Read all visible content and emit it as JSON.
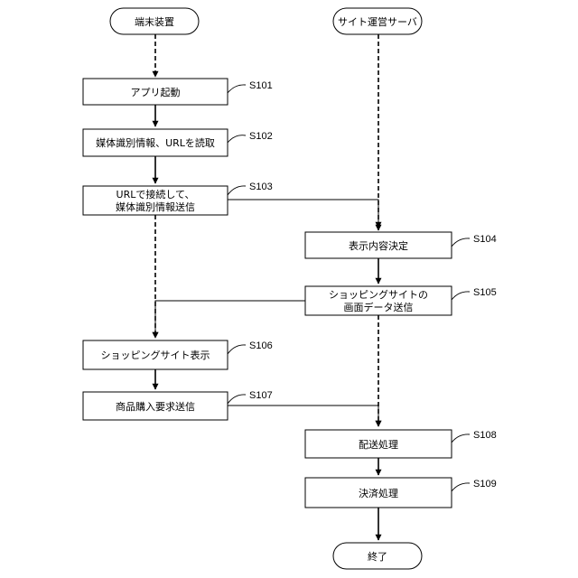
{
  "terminals": {
    "device": "端末装置",
    "server": "サイト運営サーバ",
    "end": "終了"
  },
  "steps": {
    "s101": {
      "label": "S101",
      "lines": [
        "アプリ起動"
      ]
    },
    "s102": {
      "label": "S102",
      "lines": [
        "媒体識別情報、URLを読取"
      ]
    },
    "s103": {
      "label": "S103",
      "lines": [
        "URLで接続して、",
        "媒体識別情報送信"
      ]
    },
    "s104": {
      "label": "S104",
      "lines": [
        "表示内容決定"
      ]
    },
    "s105": {
      "label": "S105",
      "lines": [
        "ショッピングサイトの",
        "画面データ送信"
      ]
    },
    "s106": {
      "label": "S106",
      "lines": [
        "ショッピングサイト表示"
      ]
    },
    "s107": {
      "label": "S107",
      "lines": [
        "商品購入要求送信"
      ]
    },
    "s108": {
      "label": "S108",
      "lines": [
        "配送処理"
      ]
    },
    "s109": {
      "label": "S109",
      "lines": [
        "決済処理"
      ]
    }
  }
}
